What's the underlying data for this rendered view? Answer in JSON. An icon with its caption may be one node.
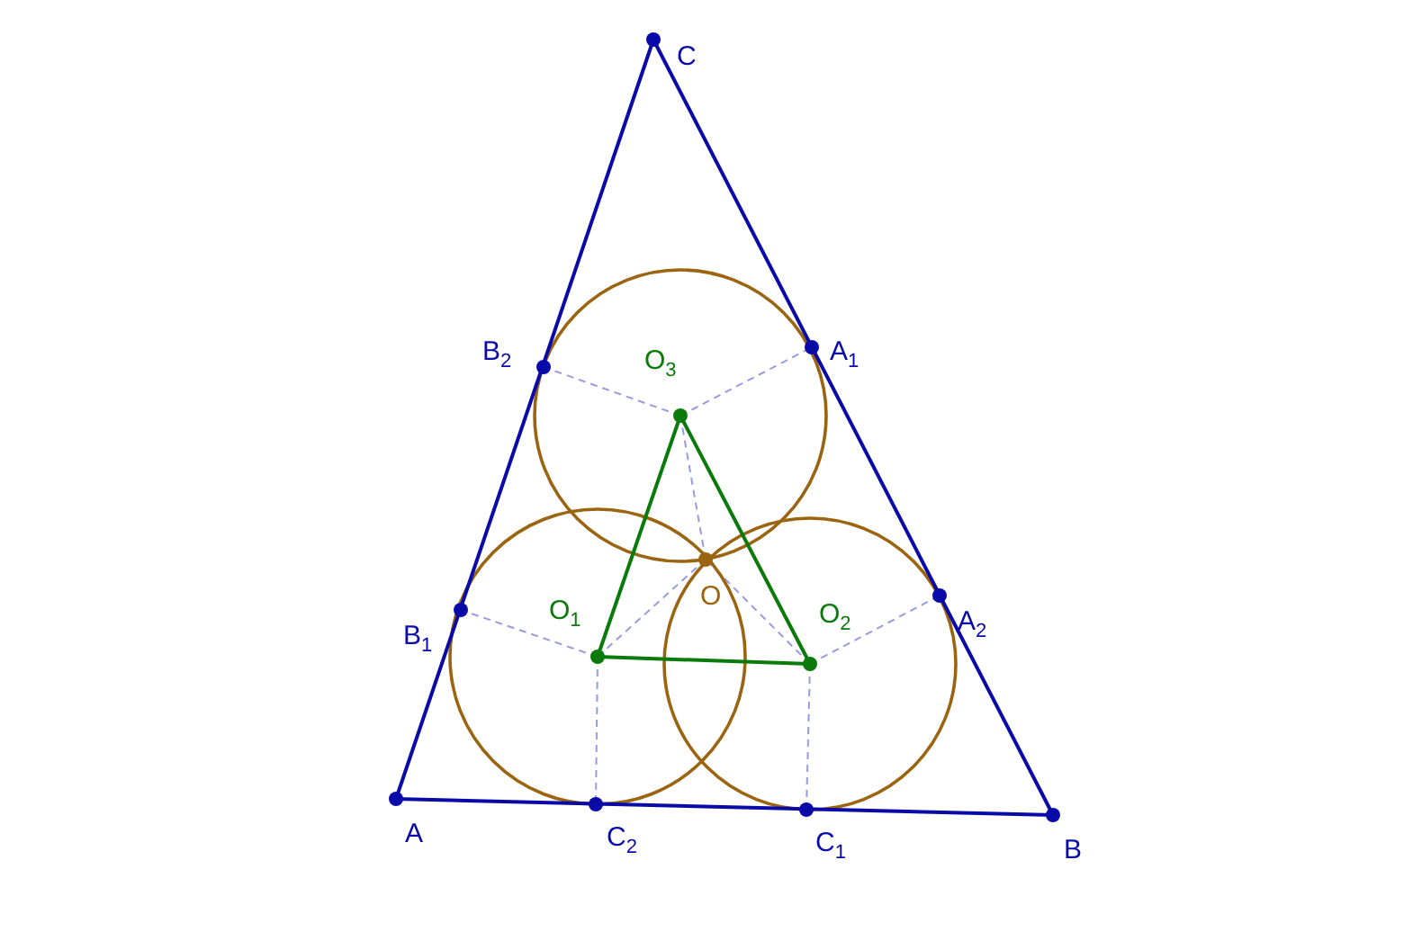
{
  "diagram": {
    "labels": [
      "C",
      "B$_{2}$",
      "O$_{3}$",
      "A$_{1}$",
      "O",
      "B$_{1}$",
      "O$_{1}$",
      "O$_{2}$",
      "A$_{2}$",
      "A",
      "C$_{2}$",
      "C$_{1}$",
      "B"
    ]
  }
}
